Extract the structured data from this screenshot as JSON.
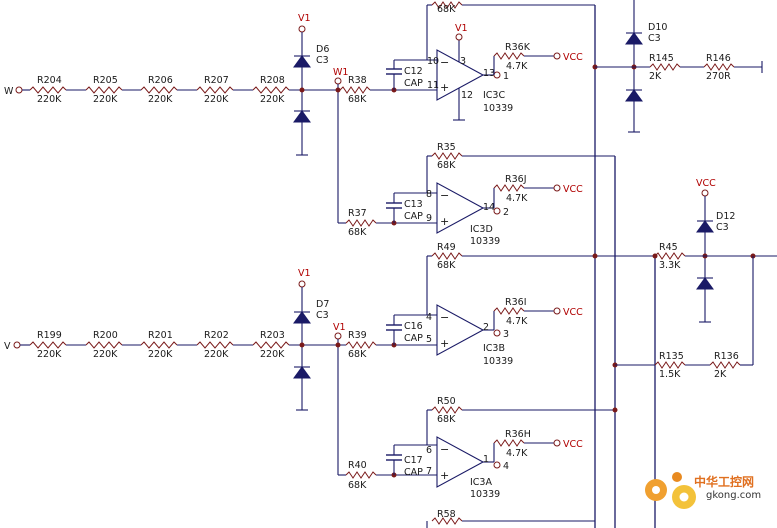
{
  "inputs": {
    "w": "W",
    "v": "V"
  },
  "resistors": {
    "r204": {
      "ref": "R204",
      "val": "220K"
    },
    "r205": {
      "ref": "R205",
      "val": "220K"
    },
    "r206": {
      "ref": "R206",
      "val": "220K"
    },
    "r207": {
      "ref": "R207",
      "val": "220K"
    },
    "r208": {
      "ref": "R208",
      "val": "220K"
    },
    "r199": {
      "ref": "R199",
      "val": "220K"
    },
    "r200": {
      "ref": "R200",
      "val": "220K"
    },
    "r201": {
      "ref": "R201",
      "val": "220K"
    },
    "r202": {
      "ref": "R202",
      "val": "220K"
    },
    "r203": {
      "ref": "R203",
      "val": "220K"
    },
    "r38": {
      "ref": "R38",
      "val": "68K"
    },
    "r37": {
      "ref": "R37",
      "val": "68K"
    },
    "r39": {
      "ref": "R39",
      "val": "68K"
    },
    "r40": {
      "ref": "R40",
      "val": "68K"
    },
    "rtop": {
      "val": "68K"
    },
    "r35": {
      "ref": "R35",
      "val": "68K"
    },
    "r49": {
      "ref": "R49",
      "val": "68K"
    },
    "r50": {
      "ref": "R50",
      "val": "68K"
    },
    "r58": {
      "ref": "R58"
    },
    "r36k": {
      "ref": "R36K",
      "val": "4.7K"
    },
    "r36j": {
      "ref": "R36J",
      "val": "4.7K"
    },
    "r36i": {
      "ref": "R36I",
      "val": "4.7K"
    },
    "r36h": {
      "ref": "R36H",
      "val": "4.7K"
    },
    "r145": {
      "ref": "R145",
      "val": "2K"
    },
    "r146": {
      "ref": "R146",
      "val": "270R"
    },
    "r45": {
      "ref": "R45",
      "val": "3.3K"
    },
    "r135": {
      "ref": "R135",
      "val": "1.5K"
    },
    "r136": {
      "ref": "R136",
      "val": "2K"
    }
  },
  "caps": {
    "c12": {
      "ref": "C12",
      "val": "CAP"
    },
    "c13": {
      "ref": "C13",
      "val": "CAP"
    },
    "c16": {
      "ref": "C16",
      "val": "CAP"
    },
    "c17": {
      "ref": "C17",
      "val": "CAP"
    }
  },
  "diodes": {
    "d6": {
      "ref": "D6",
      "val": "C3"
    },
    "d7": {
      "ref": "D7",
      "val": "C3"
    },
    "d10": {
      "ref": "D10",
      "val": "C3"
    },
    "d12": {
      "ref": "D12",
      "val": "C3"
    }
  },
  "opamps": {
    "ic3c": {
      "ref": "IC3C",
      "part": "10339",
      "p_plus": "11",
      "p_minus": "10",
      "p_out": "13",
      "p_vcc": "3",
      "p_gnd": "12",
      "out_no": "1"
    },
    "ic3d": {
      "ref": "IC3D",
      "part": "10339",
      "p_plus": "9",
      "p_minus": "8",
      "p_out": "14",
      "out_no": "2"
    },
    "ic3b": {
      "ref": "IC3B",
      "part": "10339",
      "p_plus": "5",
      "p_minus": "4",
      "p_out": "2",
      "out_no": "3"
    },
    "ic3a": {
      "ref": "IC3A",
      "part": "10339",
      "p_plus": "7",
      "p_minus": "6",
      "p_out": "1",
      "out_no": "4"
    }
  },
  "nets": {
    "v1": "V1",
    "w1": "W1",
    "vcc": "VCC",
    "minus": "−",
    "plus": "+"
  },
  "watermark": {
    "brand": "中华工控网",
    "url": "gkong.com"
  }
}
